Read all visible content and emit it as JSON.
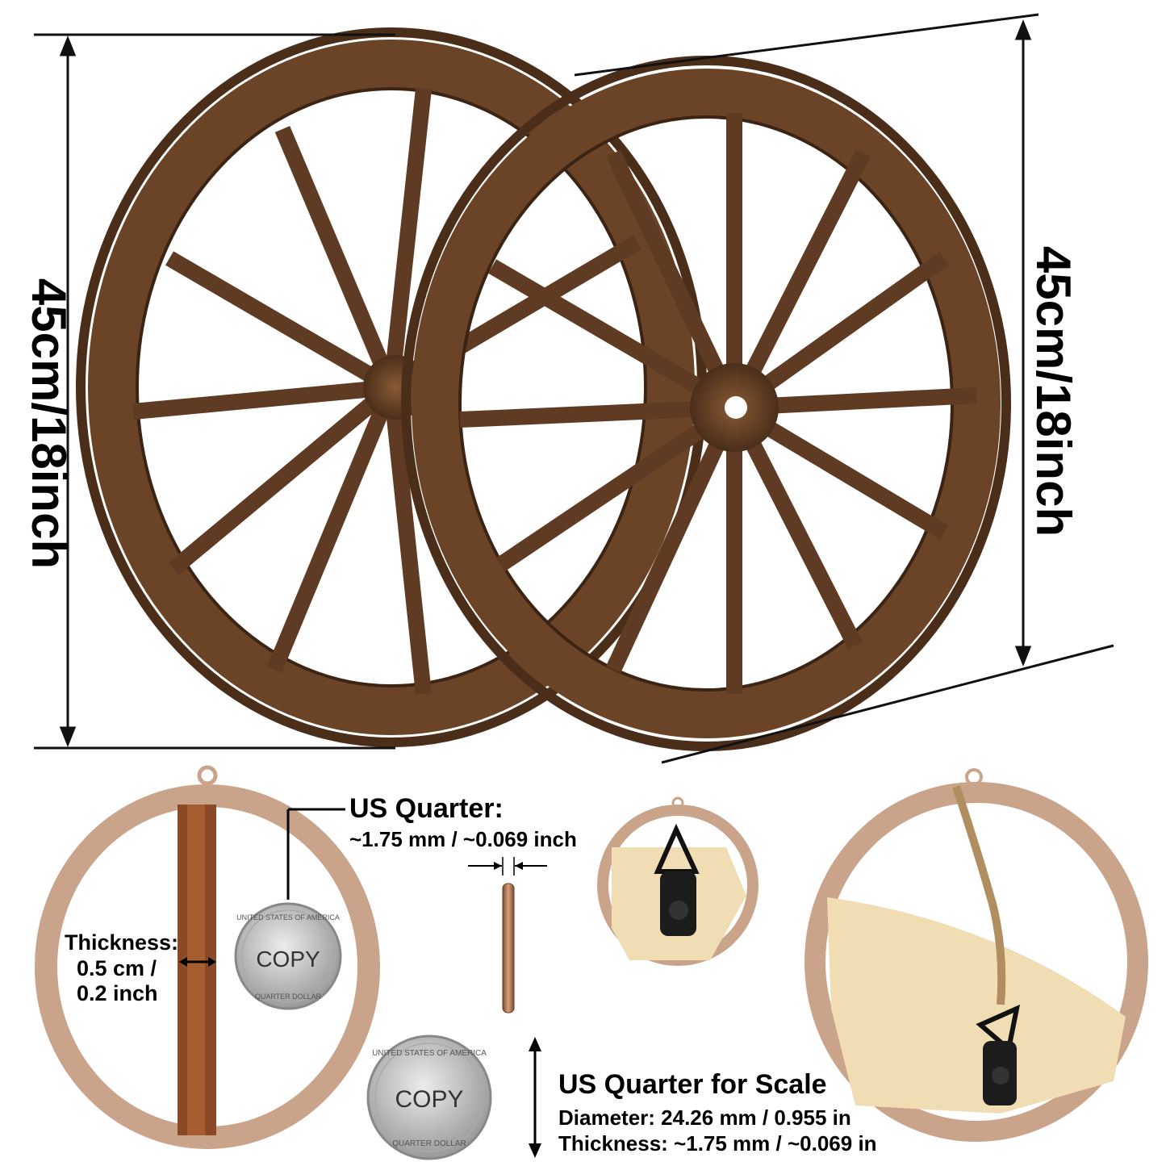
{
  "dimensions": {
    "left_height": "45cm/18inch",
    "right_height": "45cm/18inch"
  },
  "thickness": {
    "label": "Thickness:",
    "value_cm": "0.5 cm /",
    "value_in": "0.2 inch"
  },
  "quarter_top": {
    "title": "US Quarter:",
    "value": "~1.75 mm / ~0.069 inch"
  },
  "quarter_scale": {
    "title": "US Quarter for Scale",
    "diameter": "Diameter: 24.26 mm / 0.955 in",
    "thickness": "Thickness: ~1.75 mm / ~0.069 in"
  },
  "coin": {
    "stamp": "COPY",
    "top_text": "UNITED STATES OF AMERICA",
    "bottom_text": "QUARTER DOLLAR"
  },
  "colors": {
    "wood_dark": "#4a2e1a",
    "wood_mid": "#6b4427",
    "ring_frame": "#c9a48a",
    "light_wood": "#f1ddb4"
  }
}
